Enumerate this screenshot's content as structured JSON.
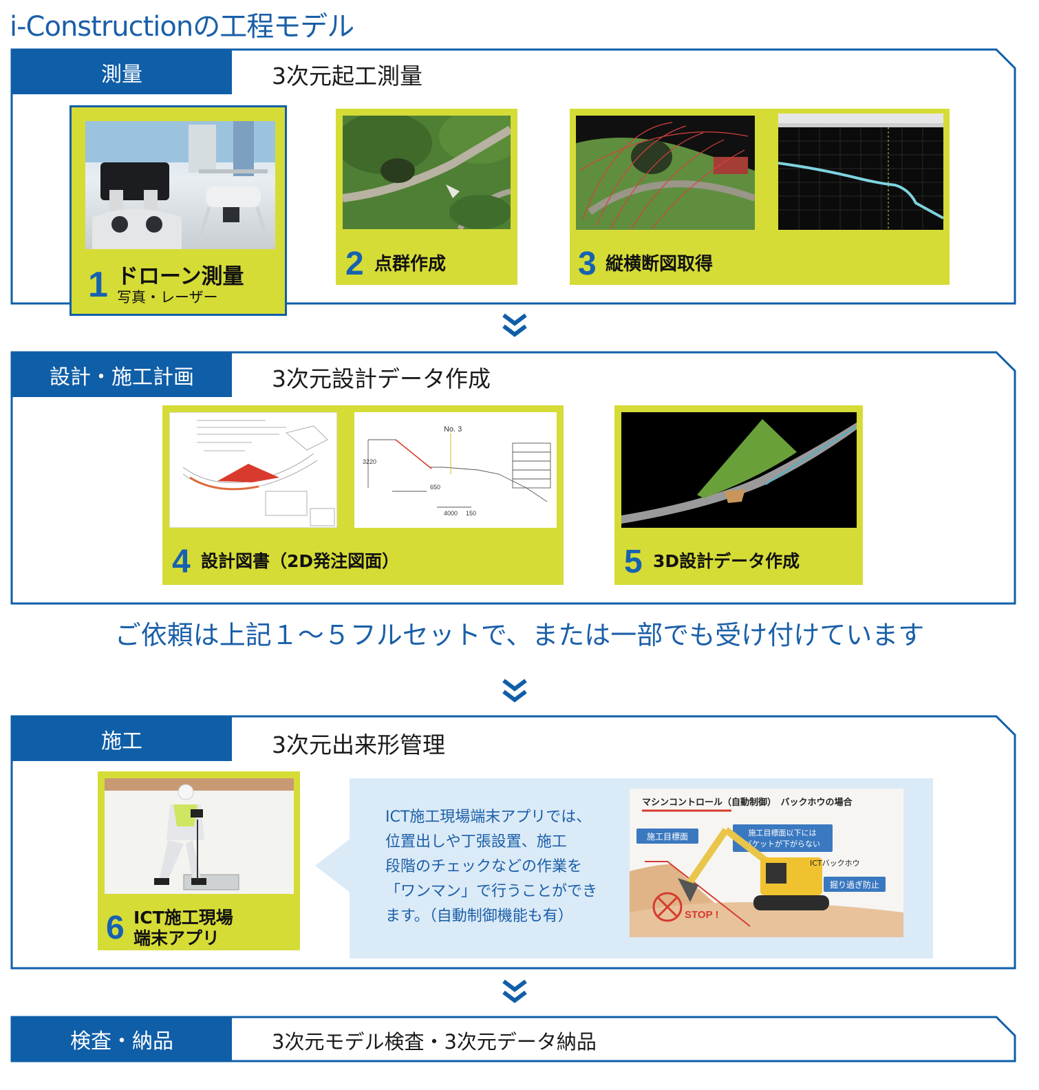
{
  "page_title": "i-Constructionの工程モデル",
  "phases": [
    {
      "tag": "測量",
      "heading": "3次元起工測量"
    },
    {
      "tag": "設計・施工計画",
      "heading": "3次元設計データ作成"
    },
    {
      "tag": "施工",
      "heading": "3次元出来形管理"
    },
    {
      "tag": "検査・納品",
      "heading": "3次元モデル検査・3次元データ納品"
    }
  ],
  "steps": [
    {
      "num": "1",
      "label": "ドローン測量",
      "sub": "写真・レーザー"
    },
    {
      "num": "2",
      "label": "点群作成"
    },
    {
      "num": "3",
      "label": "縦横断図取得"
    },
    {
      "num": "4",
      "label": "設計図書（2D発注図面）"
    },
    {
      "num": "5",
      "label": "3D設計データ作成"
    },
    {
      "num": "6",
      "label": "ICT施工現場",
      "label2": "端末アプリ"
    }
  ],
  "notice": "ご依頼は上記１～５フルセットで、または一部でも受け付けています",
  "ict_description": [
    "ICT施工現場端末アプリでは、",
    "位置出しや丁張設置、施工",
    "段階のチェックなどの作業を",
    "「ワンマン」で行うことができ",
    "ます。（自動制御機能も有）"
  ],
  "machine_control": {
    "title": "マシンコントロール（自動制御）　バックホウの場合",
    "target_label": "施工目標面",
    "bucket_note_1": "施工目標面以下には",
    "bucket_note_2": "バケットが下がらない",
    "machine_label": "ICTバックホウ",
    "prevent_label": "掘り過ぎ防止",
    "stop_label": "STOP !"
  },
  "drawing_labels": {
    "section_no": "No. 3",
    "dim_3220": "3220",
    "dim_650": "650",
    "dim_4000": "4000",
    "dim_150": "150"
  },
  "colors": {
    "brand_blue": "#0f5ea8",
    "card_yellow": "#d6dc36",
    "bubble_bg": "#dbeaf7"
  }
}
